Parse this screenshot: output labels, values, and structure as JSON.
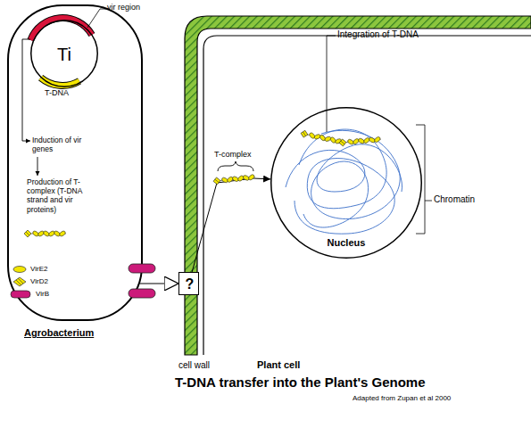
{
  "diagram": {
    "title": "T-DNA transfer into the Plant's Genome",
    "caption": "Adapted from Zupan et al 2000",
    "nodes": [
      {
        "text": [
          "Agrobacterium"
        ]
      },
      {
        "text": [
          "Ti"
        ],
        "in": 0
      },
      {
        "text": [
          "?"
        ]
      },
      {
        "text": [
          "Plant cell"
        ]
      },
      {
        "text": [
          "Nucleus"
        ],
        "in": 3
      }
    ],
    "edges": [
      {
        "from": 0,
        "to": 2,
        "arrow": "to"
      },
      {
        "from": 2,
        "to": 4,
        "arrow": "to"
      }
    ],
    "labels": [
      "vir region",
      "T-DNA",
      "Induction of vir genes",
      "Production of T-complex (T-DNA strand and vir proteins)",
      "cell wall",
      "T-complex",
      "Integration of T-DNA",
      "Chromatin"
    ],
    "legend": [
      {
        "text": "VirE2"
      },
      {
        "text": "VirD2"
      },
      {
        "text": "VirB"
      }
    ]
  }
}
